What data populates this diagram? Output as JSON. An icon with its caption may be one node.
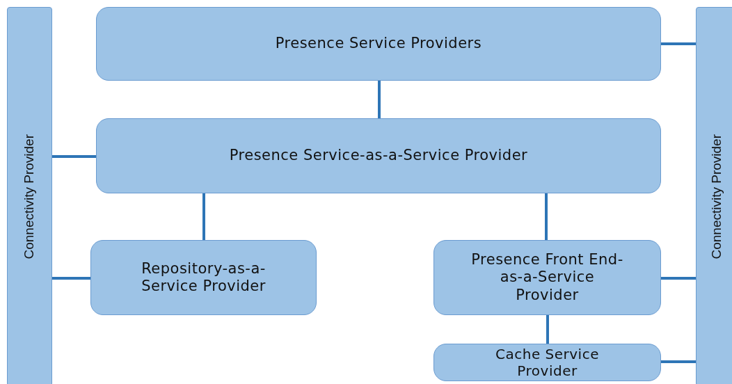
{
  "diagram": {
    "nodes": [
      {
        "text": [
          "Connectivity Provider"
        ]
      },
      {
        "text": [
          "Presence Service Providers"
        ]
      },
      {
        "text": [
          "Presence Service-as-a-Service Provider"
        ]
      },
      {
        "text": [
          "Repository-as-a-Service Provider"
        ]
      },
      {
        "text": [
          "Presence Front End-as-a-Service Provider"
        ]
      },
      {
        "text": [
          "Cache Service Provider"
        ]
      },
      {
        "text": [
          "Connectivity Provider"
        ]
      }
    ],
    "edges": [
      {
        "from": 1,
        "to": 2,
        "arrow": "none"
      },
      {
        "from": 2,
        "to": 3,
        "arrow": "none"
      },
      {
        "from": 2,
        "to": 4,
        "arrow": "none"
      },
      {
        "from": 4,
        "to": 5,
        "arrow": "none"
      },
      {
        "from": 0,
        "to": 2,
        "arrow": "none"
      },
      {
        "from": 0,
        "to": 3,
        "arrow": "none"
      },
      {
        "from": 1,
        "to": 6,
        "arrow": "none"
      },
      {
        "from": 4,
        "to": 6,
        "arrow": "none"
      },
      {
        "from": 5,
        "to": 6,
        "arrow": "none"
      }
    ]
  }
}
